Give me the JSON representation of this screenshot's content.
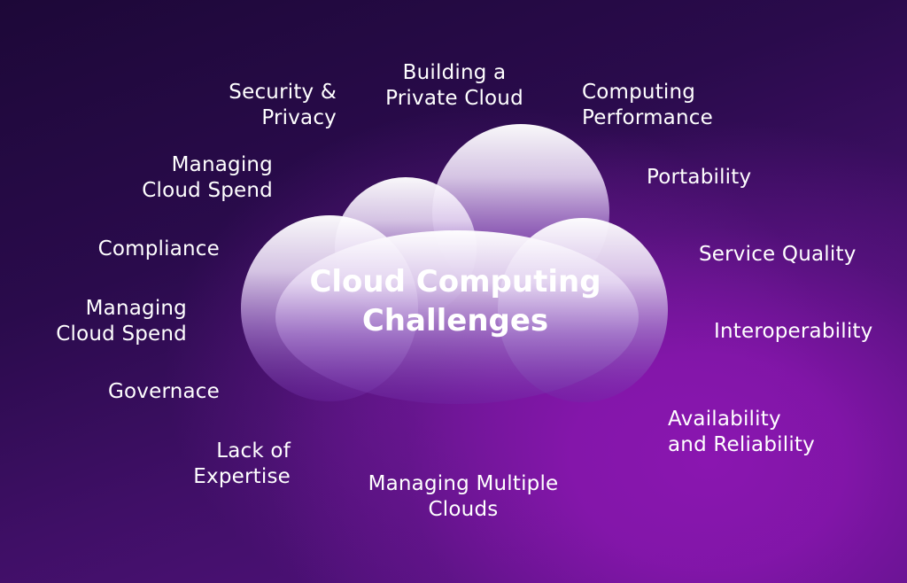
{
  "diagram": {
    "center_title": "Cloud Computing\nChallenges",
    "challenges": {
      "security_privacy": "Security &\nPrivacy",
      "private_cloud": "Building a\nPrivate Cloud",
      "computing_performance": "Computing\nPerformance",
      "cloud_spend_top": "Managing\nCloud Spend",
      "portability": "Portability",
      "compliance": "Compliance",
      "service_quality": "Service Quality",
      "cloud_spend_mid": "Managing\nCloud Spend",
      "interoperability": "Interoperability",
      "governance": "Governace",
      "availability_reliability": "Availability\nand Reliability",
      "lack_of_expertise": "Lack of\nExpertise",
      "multiple_clouds": "Managing Multiple\nClouds"
    }
  }
}
